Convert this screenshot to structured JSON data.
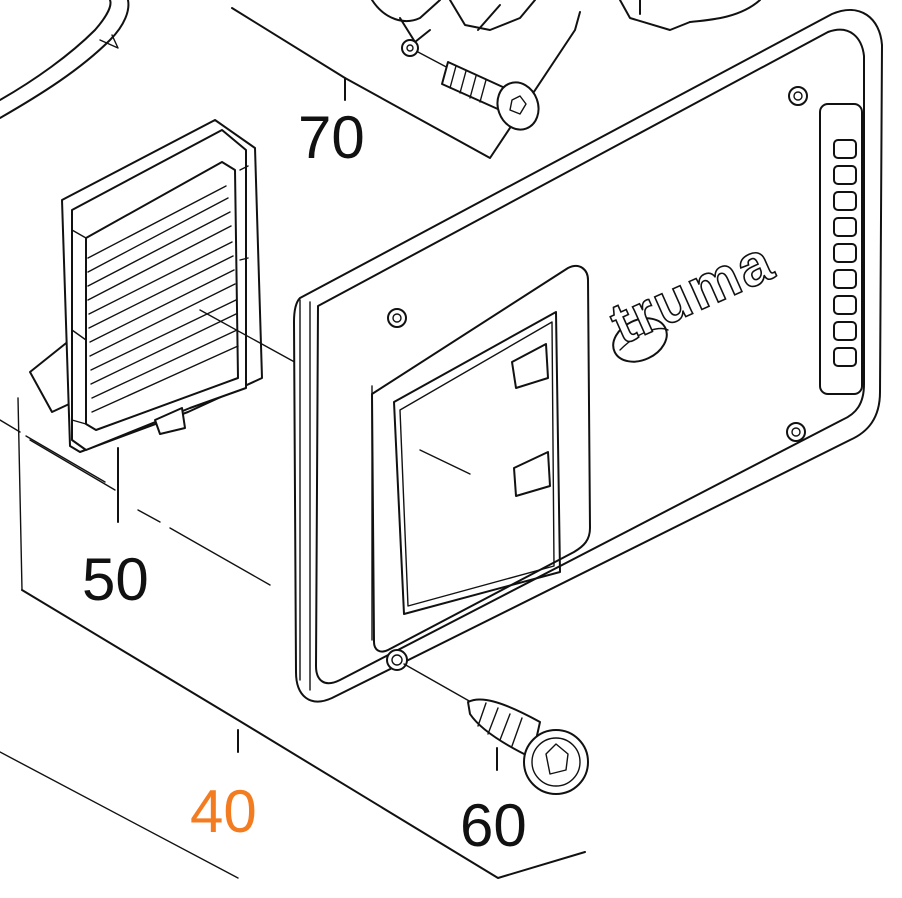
{
  "callouts": {
    "part_70": "70",
    "part_50": "50",
    "part_40": "40",
    "part_60": "60"
  },
  "brand": {
    "logo_text": "truma"
  },
  "colors": {
    "highlight": "#f47c20",
    "line": "#111111",
    "background": "#ffffff"
  }
}
